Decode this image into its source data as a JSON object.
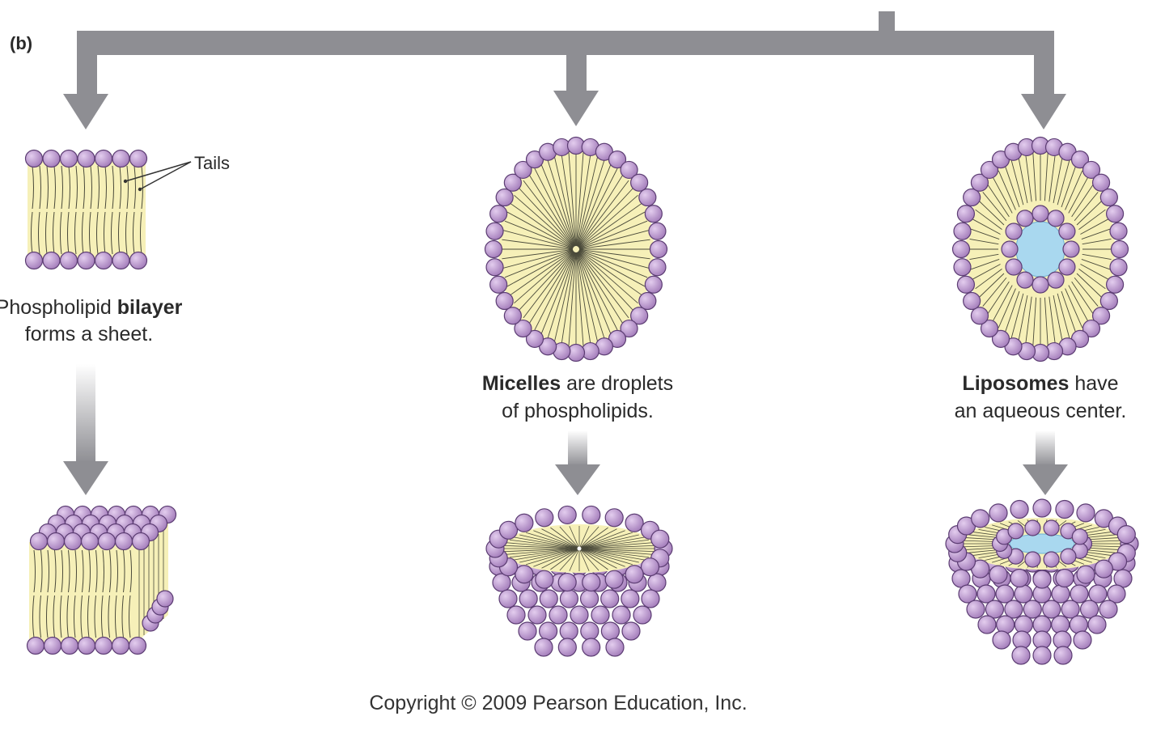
{
  "panel_label": "(b)",
  "tails_label": "Tails",
  "bilayer": {
    "caption_line1_part1": "Phospholipid ",
    "caption_line1_bold": "bilayer",
    "caption_line2": "forms a sheet."
  },
  "micelle": {
    "caption_line1_bold": "Micelles",
    "caption_line1_rest": " are droplets",
    "caption_line2": "of phospholipids."
  },
  "liposome": {
    "caption_line1_bold": "Liposomes",
    "caption_line1_rest": " have",
    "caption_line2": "an aqueous center."
  },
  "copyright": "Copyright © 2009 Pearson Education, Inc.",
  "colors": {
    "arrow": "#8e8e93",
    "head_fill": "#b48ac7",
    "head_stroke": "#5c3d73",
    "tail_region": "#f6f0b8",
    "tail_line": "#4a4a3a",
    "water": "#a9d8ef"
  }
}
